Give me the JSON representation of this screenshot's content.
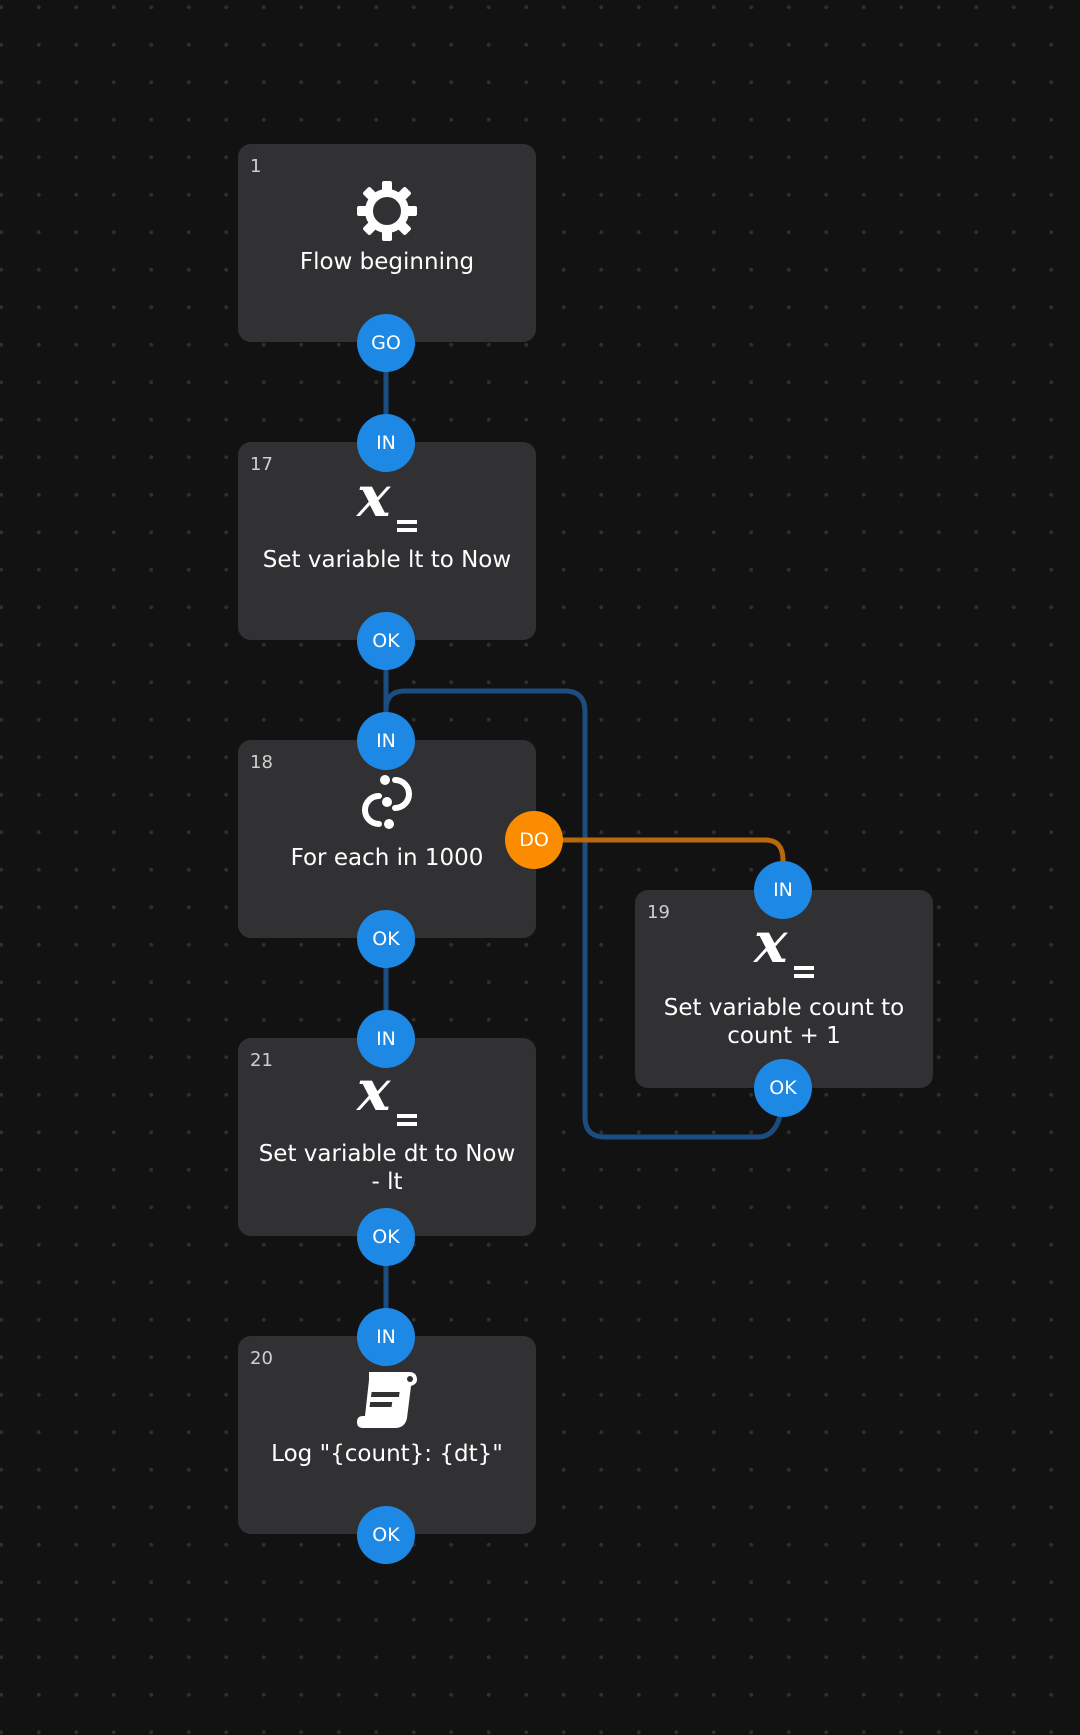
{
  "colors": {
    "background": "#121213",
    "node": "#313133",
    "port_blue": "#1e88e5",
    "port_orange": "#fb8c00",
    "wire_blue": "#1b4d80",
    "wire_orange": "#b8690c"
  },
  "nodes": [
    {
      "id": "1",
      "icon": "gear-icon",
      "label": "Flow beginning",
      "ports": [
        "GO"
      ]
    },
    {
      "id": "17",
      "icon": "variable-x-icon",
      "label": "Set variable lt to Now",
      "ports": [
        "IN",
        "OK"
      ]
    },
    {
      "id": "18",
      "icon": "loop-icon",
      "label": "For each in 1000",
      "ports": [
        "IN",
        "DO",
        "OK"
      ]
    },
    {
      "id": "19",
      "icon": "variable-x-icon",
      "label": "Set variable count to count + 1",
      "ports": [
        "IN",
        "OK"
      ]
    },
    {
      "id": "21",
      "icon": "variable-x-icon",
      "label": "Set variable dt to Now - lt",
      "ports": [
        "IN",
        "OK"
      ]
    },
    {
      "id": "20",
      "icon": "log-scroll-icon",
      "label": "Log \"{count}: {dt}\"",
      "ports": [
        "IN",
        "OK"
      ]
    }
  ],
  "connections": [
    {
      "from": "1:GO",
      "to": "17:IN",
      "color": "blue"
    },
    {
      "from": "17:OK",
      "to": "18:IN",
      "color": "blue"
    },
    {
      "from": "18:DO",
      "to": "19:IN",
      "color": "orange"
    },
    {
      "from": "19:OK",
      "to": "18:IN",
      "color": "blue"
    },
    {
      "from": "18:OK",
      "to": "21:IN",
      "color": "blue"
    },
    {
      "from": "21:OK",
      "to": "20:IN",
      "color": "blue"
    }
  ]
}
